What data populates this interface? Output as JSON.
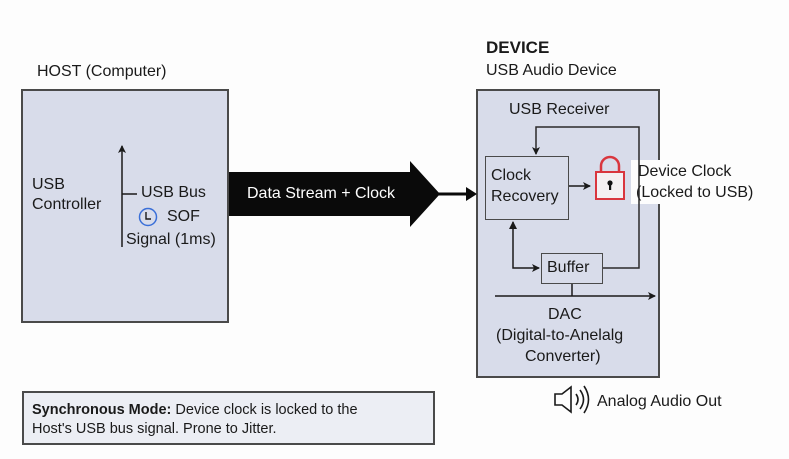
{
  "host": {
    "title": "HOST (Computer)",
    "controller_line1": "USB",
    "controller_line2": "Controller",
    "bus_label": "USB Bus",
    "sof_label": "SOF",
    "signal_label": "Signal (1ms)",
    "clock_icon": "clock-icon"
  },
  "stream": {
    "label": "Data Stream + Clock"
  },
  "device": {
    "title": "DEVICE",
    "subtitle": "USB Audio Device",
    "receiver_label": "USB Receiver",
    "clock_recovery_line1": "Clock",
    "clock_recovery_line2": "Recovery",
    "lock_icon": "lock-icon",
    "device_clock_line1": "Device Clock",
    "device_clock_line2": "(Locked to USB)",
    "buffer_label": "Buffer",
    "dac_line1": "DAC",
    "dac_line2": "(Digital-to-Anelalg",
    "dac_line3": "Converter)",
    "speaker_icon": "speaker-icon",
    "analog_out_label": "Analog Audio Out"
  },
  "note": {
    "bold": "Synchronous Mode:",
    "line1_rest": " Device clock is locked to the",
    "line2": "Host's USB bus signal. Prone to Jitter."
  },
  "colors": {
    "box_fill": "#d8dcea",
    "lock_red": "#d9363e",
    "clock_blue": "#3a6fd8"
  }
}
